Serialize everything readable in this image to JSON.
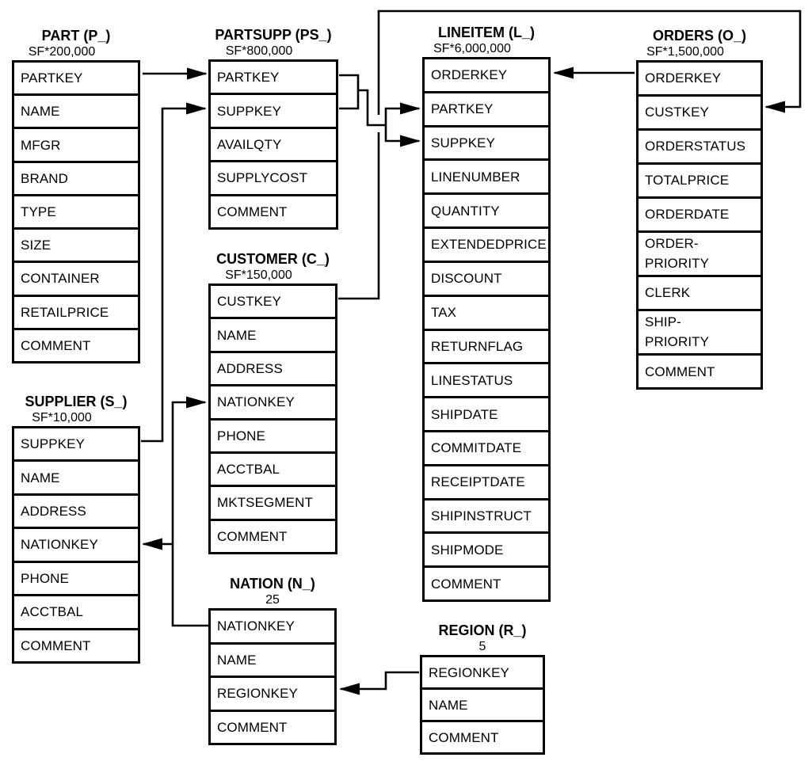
{
  "diagram": "TPC-H database schema",
  "colors": {
    "line": "#000000",
    "background": "#ffffff",
    "text": "#000000"
  },
  "tables": [
    {
      "id": "part",
      "title": "PART (P_)",
      "cardinality": "SF*200,000",
      "fields": [
        "PARTKEY",
        "NAME",
        "MFGR",
        "BRAND",
        "TYPE",
        "SIZE",
        "CONTAINER",
        "RETAILPRICE",
        "COMMENT"
      ]
    },
    {
      "id": "supplier",
      "title": "SUPPLIER (S_)",
      "cardinality": "SF*10,000",
      "fields": [
        "SUPPKEY",
        "NAME",
        "ADDRESS",
        "NATIONKEY",
        "PHONE",
        "ACCTBAL",
        "COMMENT"
      ]
    },
    {
      "id": "partsupp",
      "title": "PARTSUPP (PS_)",
      "cardinality": "SF*800,000",
      "fields": [
        "PARTKEY",
        "SUPPKEY",
        "AVAILQTY",
        "SUPPLYCOST",
        "COMMENT"
      ]
    },
    {
      "id": "customer",
      "title": "CUSTOMER (C_)",
      "cardinality": "SF*150,000",
      "fields": [
        "CUSTKEY",
        "NAME",
        "ADDRESS",
        "NATIONKEY",
        "PHONE",
        "ACCTBAL",
        "MKTSEGMENT",
        "COMMENT"
      ]
    },
    {
      "id": "nation",
      "title": "NATION (N_)",
      "cardinality": "25",
      "fields": [
        "NATIONKEY",
        "NAME",
        "REGIONKEY",
        "COMMENT"
      ]
    },
    {
      "id": "lineitem",
      "title": "LINEITEM (L_)",
      "cardinality": "SF*6,000,000",
      "fields": [
        "ORDERKEY",
        "PARTKEY",
        "SUPPKEY",
        "LINENUMBER",
        "QUANTITY",
        "EXTENDEDPRICE",
        "DISCOUNT",
        "TAX",
        "RETURNFLAG",
        "LINESTATUS",
        "SHIPDATE",
        "COMMITDATE",
        "RECEIPTDATE",
        "SHIPINSTRUCT",
        "SHIPMODE",
        "COMMENT"
      ]
    },
    {
      "id": "region",
      "title": "REGION (R_)",
      "cardinality": "5",
      "fields": [
        "REGIONKEY",
        "NAME",
        "COMMENT"
      ]
    },
    {
      "id": "orders",
      "title": "ORDERS (O_)",
      "cardinality": "SF*1,500,000",
      "fields": [
        "ORDERKEY",
        "CUSTKEY",
        "ORDERSTATUS",
        "TOTALPRICE",
        "ORDERDATE",
        "ORDER-\nPRIORITY",
        "CLERK",
        "SHIP-\nPRIORITY",
        "COMMENT"
      ]
    }
  ],
  "relationships": [
    {
      "from": "PART.PARTKEY",
      "to": "PARTSUPP.PARTKEY"
    },
    {
      "from": "SUPPLIER.SUPPKEY",
      "to": "PARTSUPP.SUPPKEY"
    },
    {
      "from": "PARTSUPP.PARTKEY",
      "to": "LINEITEM.PARTKEY"
    },
    {
      "from": "PARTSUPP.SUPPKEY",
      "to": "LINEITEM.SUPPKEY"
    },
    {
      "from": "ORDERS.ORDERKEY",
      "to": "LINEITEM.ORDERKEY"
    },
    {
      "from": "CUSTOMER.CUSTKEY",
      "to": "ORDERS.CUSTKEY"
    },
    {
      "from": "NATION.NATIONKEY",
      "to": "CUSTOMER.NATIONKEY"
    },
    {
      "from": "NATION.NATIONKEY",
      "to": "SUPPLIER.NATIONKEY"
    },
    {
      "from": "REGION.REGIONKEY",
      "to": "NATION.REGIONKEY"
    }
  ]
}
